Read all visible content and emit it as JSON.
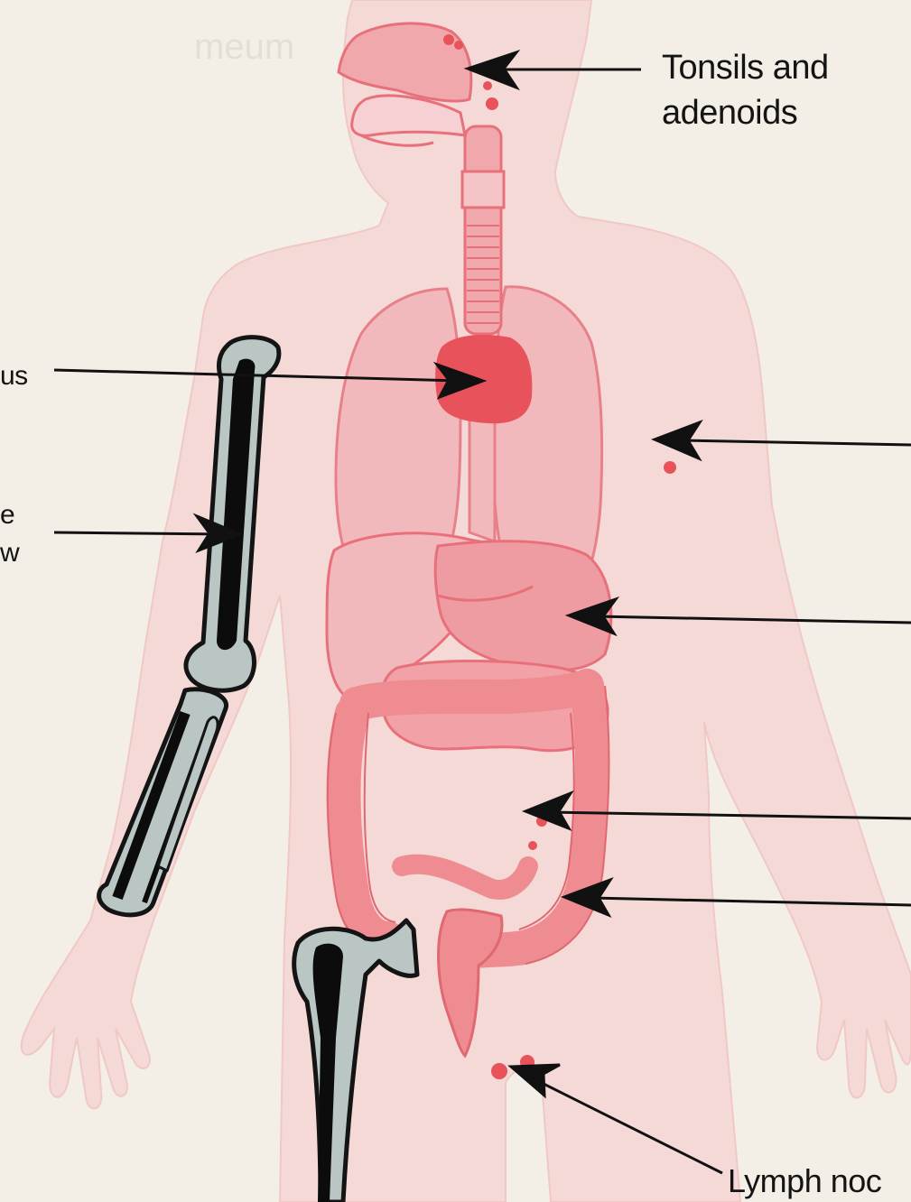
{
  "labels": {
    "tonsils_line1": "Tonsils and",
    "tonsils_line2": "adenoids",
    "thymus_partial": "us",
    "bone_marrow_line1": "e",
    "bone_marrow_line2": "w",
    "lymph_nodes_partial": "Lymph noc"
  },
  "colors": {
    "background": "#f4efe6",
    "body_silhouette": "#f4d9d6",
    "organ_fill": "#f0a8ac",
    "organ_outline": "#e8707a",
    "thymus": "#e8525a",
    "bone_fill": "#b9c6c4",
    "bone_marrow": "#0c0c0c",
    "arrow": "#111111"
  }
}
